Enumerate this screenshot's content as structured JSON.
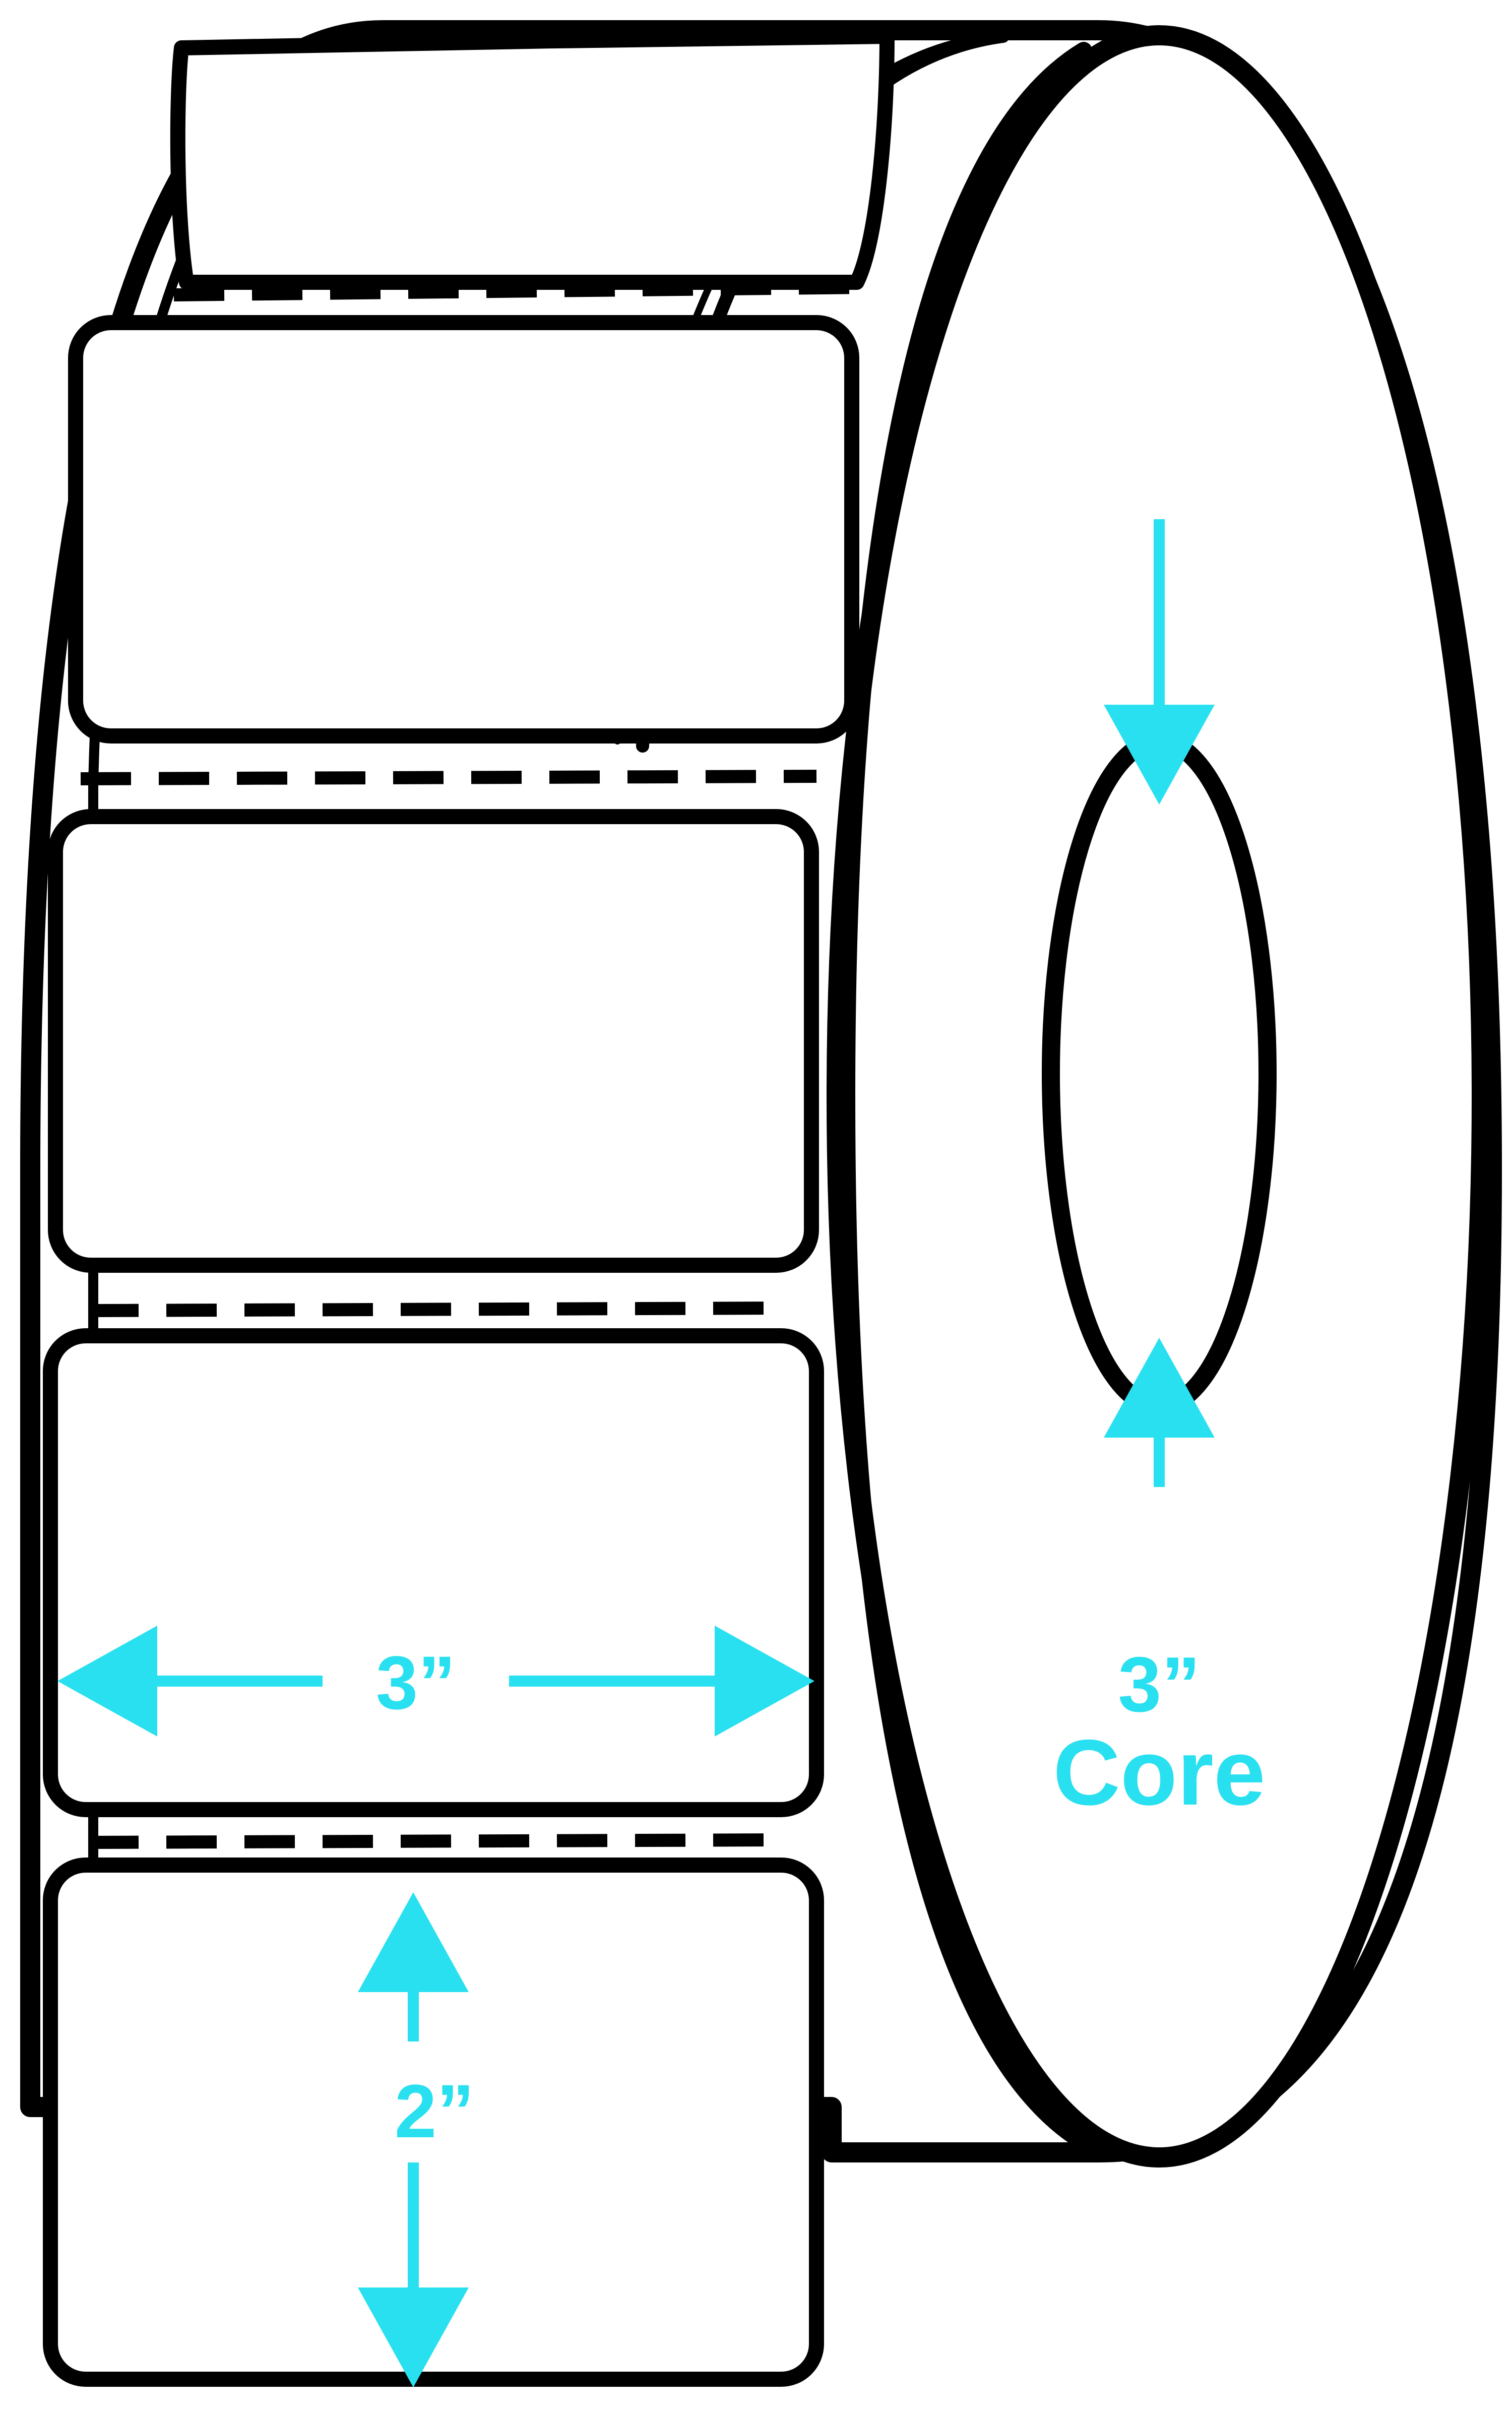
{
  "diagram": {
    "title": "Label roll dimension diagram",
    "colors": {
      "outline": "#000000",
      "fill": "#ffffff",
      "dimension": "#29E0F0"
    },
    "annotations": {
      "label_width": "3”",
      "label_height": "2”",
      "core_size": "3”",
      "core_label": "Core"
    },
    "parts": {
      "roll_name": "label-roll",
      "disc_name": "roll-side-disc",
      "core_hole_name": "core-hole",
      "web_name": "label-web",
      "labels": [
        {
          "name": "label-1"
        },
        {
          "name": "label-2"
        },
        {
          "name": "label-3"
        },
        {
          "name": "label-4"
        },
        {
          "name": "label-5"
        }
      ],
      "perforations": [
        {
          "name": "perforation-1"
        },
        {
          "name": "perforation-2"
        },
        {
          "name": "perforation-3"
        },
        {
          "name": "perforation-4"
        }
      ]
    }
  }
}
